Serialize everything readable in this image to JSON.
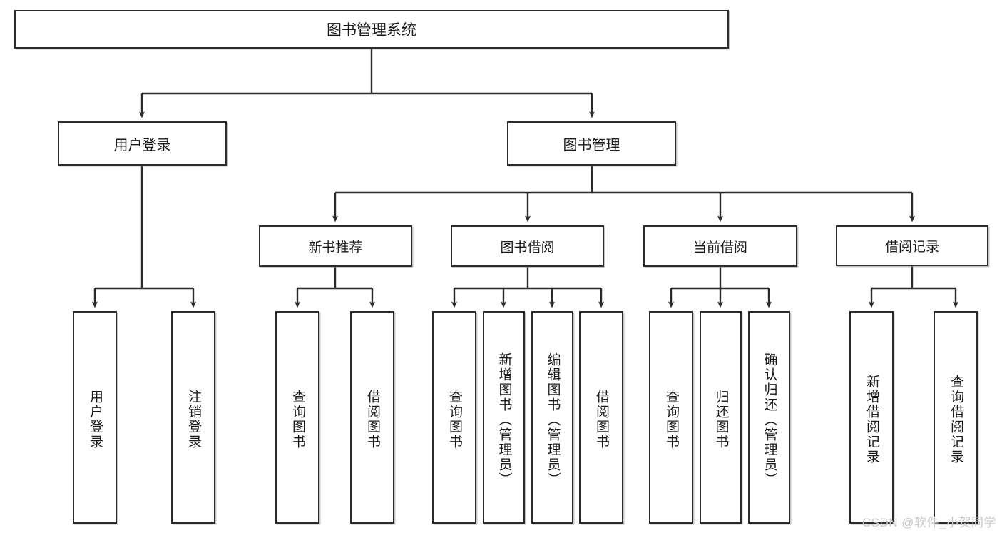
{
  "diagram": {
    "title": "图书管理系统",
    "watermark": "CSDN @软件_小贺同学",
    "levels": {
      "root": {
        "label": "图书管理系统"
      },
      "level1": [
        {
          "id": "user-login",
          "label": "用户登录"
        },
        {
          "id": "book-manage",
          "label": "图书管理"
        }
      ],
      "level2": [
        {
          "id": "new-book-recommend",
          "label": "新书推荐",
          "parent": "book-manage"
        },
        {
          "id": "book-borrow",
          "label": "图书借阅",
          "parent": "book-manage"
        },
        {
          "id": "current-borrow",
          "label": "当前借阅",
          "parent": "book-manage"
        },
        {
          "id": "borrow-record",
          "label": "借阅记录",
          "parent": "book-manage"
        }
      ],
      "leaves": [
        {
          "id": "leaf-user-login",
          "label": "用户登录",
          "parent": "user-login"
        },
        {
          "id": "leaf-logout",
          "label": "注销登录",
          "parent": "user-login"
        },
        {
          "id": "leaf-query-book-1",
          "label": "查询图书",
          "parent": "new-book-recommend"
        },
        {
          "id": "leaf-borrow-book-1",
          "label": "借阅图书",
          "parent": "new-book-recommend"
        },
        {
          "id": "leaf-query-book-2",
          "label": "查询图书",
          "parent": "book-borrow"
        },
        {
          "id": "leaf-add-book",
          "label": "新增图书（管理员）",
          "parent": "book-borrow"
        },
        {
          "id": "leaf-edit-book",
          "label": "编辑图书（管理员）",
          "parent": "book-borrow"
        },
        {
          "id": "leaf-borrow-book-2",
          "label": "借阅图书",
          "parent": "book-borrow"
        },
        {
          "id": "leaf-query-book-3",
          "label": "查询图书",
          "parent": "current-borrow"
        },
        {
          "id": "leaf-return-book",
          "label": "归还图书",
          "parent": "current-borrow"
        },
        {
          "id": "leaf-confirm-return",
          "label": "确认归还（管理员）",
          "parent": "current-borrow"
        },
        {
          "id": "leaf-add-record",
          "label": "新增借阅记录",
          "parent": "borrow-record"
        },
        {
          "id": "leaf-query-record",
          "label": "查询借阅记录",
          "parent": "borrow-record"
        }
      ]
    },
    "colors": {
      "stroke": "#2b2b2b",
      "fill": "#ffffff",
      "text": "#1a1a1a",
      "watermark": "#c9c9c9"
    }
  }
}
